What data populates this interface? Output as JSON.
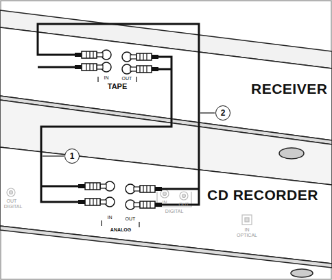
{
  "diagram": {
    "nodes": [
      {
        "text": [
          "RECEIVER"
        ]
      },
      {
        "text": [
          "CD RECORDER"
        ]
      }
    ],
    "labels": [
      "TAPE",
      "IN",
      "OUT",
      "ANALOG",
      "IN",
      "OUT",
      "DIGITAL",
      "IN",
      "OUT",
      "OUT",
      "DIGITAL",
      "IN",
      "OPTICAL",
      "1",
      "2"
    ]
  }
}
